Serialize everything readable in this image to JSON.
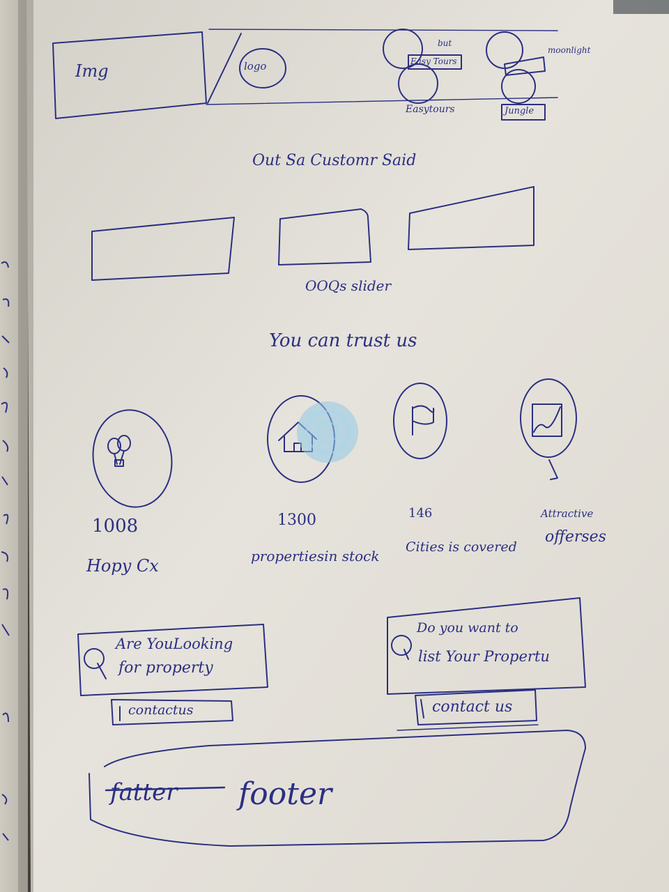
{
  "hero": {
    "img_label": "Img",
    "logo_label": "logo",
    "partner_top_left": "but",
    "partner_top_left_box": "Easy Tours",
    "partner_bottom_left": "Easytours",
    "partner_top_right": "moonlight",
    "partner_bottom_right_box": "Jungle"
  },
  "testimonials": {
    "heading": "Out Sa Customr Said",
    "caption": "OOQs slider"
  },
  "trust": {
    "heading": "You can trust us",
    "stats": [
      {
        "value": "1008",
        "label": "Hopy Cx",
        "icon": "balloons-icon"
      },
      {
        "value": "1300",
        "label": "propertiesin stock",
        "icon": "house-icon"
      },
      {
        "value": "146",
        "label": "Cities is covered",
        "icon": "flag-icon"
      },
      {
        "value": "Attractive",
        "label": "offerses",
        "icon": "chart-icon"
      }
    ]
  },
  "cta": [
    {
      "line1": "Are YouLooking",
      "line2": "for property",
      "button": "contactus"
    },
    {
      "line1": "Do you want to",
      "line2": "list Your Propertu",
      "button": "contact us"
    }
  ],
  "footer": {
    "struck_label": "fatter",
    "label": "footer"
  },
  "colors": {
    "ink": "#2b2f82",
    "paper": "#e9e6de",
    "stamp": "#8fc8e6"
  }
}
